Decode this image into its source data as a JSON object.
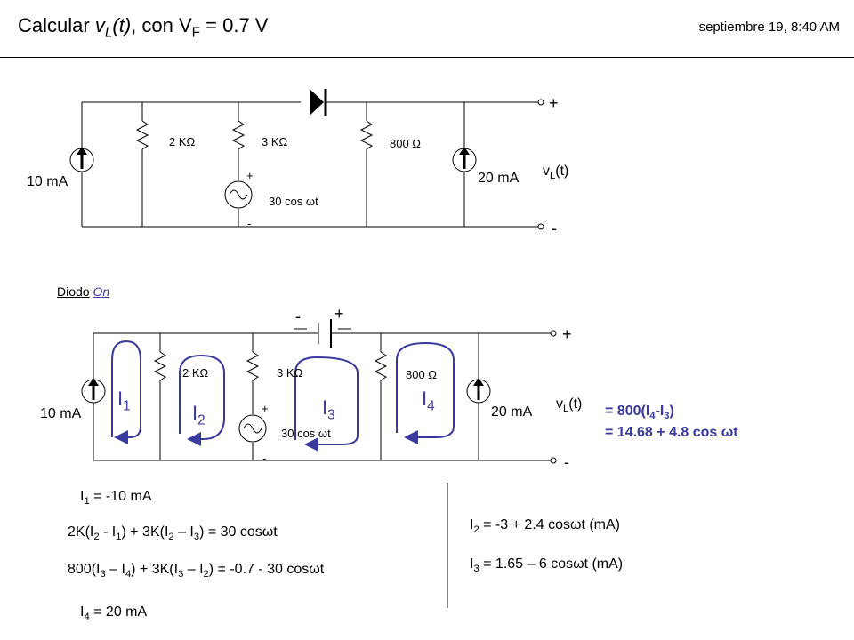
{
  "header": {
    "title_prefix": "Calcular ",
    "title_var": "v",
    "title_var_sub": "L",
    "title_var_suffix": "(t)",
    "title_mid": ", con V",
    "title_vf_sub": "F",
    "title_end": " = 0.7 V",
    "date": "septiembre 19, 8:40 AM"
  },
  "circuit1": {
    "source_left": "10 mA",
    "r1": "2 KΩ",
    "r2": "3 KΩ",
    "r3": "800 Ω",
    "ac_source": "30 cos ωt",
    "source_right": "20 mA",
    "plus": "+",
    "minus": "-",
    "src_plus": "+",
    "src_minus": "-",
    "vl": "v",
    "vl_sub": "L",
    "vl_suffix": "(t)"
  },
  "circuit2": {
    "heading": "Diodo",
    "heading_state": "On",
    "source_left": "10 mA",
    "r1": "2 KΩ",
    "r2": "3 KΩ",
    "r3": "800 Ω",
    "ac_source": "30 cos ωt",
    "source_right": "20 mA",
    "batt_minus": "-",
    "batt_plus": "+",
    "plus": "+",
    "minus": "-",
    "src_plus": "+",
    "src_minus": "-",
    "vl": "v",
    "vl_sub": "L",
    "vl_suffix": "(t)",
    "loops": [
      {
        "name": "I",
        "sub": "1"
      },
      {
        "name": "I",
        "sub": "2"
      },
      {
        "name": "I",
        "sub": "3"
      },
      {
        "name": "I",
        "sub": "4"
      }
    ],
    "result_line1_a": "= 800(I",
    "result_line1_b": "4",
    "result_line1_c": "-I",
    "result_line1_d": "3",
    "result_line1_e": ")",
    "result_line2": "= 14.68 + 4.8 cos ωt"
  },
  "equations": {
    "eq1": [
      "I",
      "1",
      " = -10 mA"
    ],
    "eq2": [
      "2K(I",
      "2",
      " - I",
      "1",
      ")  + 3K(I",
      "2",
      " – I",
      "3",
      ") = 30 cosωt"
    ],
    "eq3": [
      "800(I",
      "3",
      " – I",
      "4",
      ")  + 3K(I",
      "3",
      " – I",
      "2",
      ") = -0.7 - 30 cosωt"
    ],
    "eq4": [
      "I",
      "4",
      " = 20 mA"
    ],
    "sol1": [
      "I",
      "2",
      " = -3  + 2.4 cosωt   (mA)"
    ],
    "sol2": [
      "I",
      "3",
      " = 1.65  – 6 cosωt   (mA)"
    ]
  }
}
